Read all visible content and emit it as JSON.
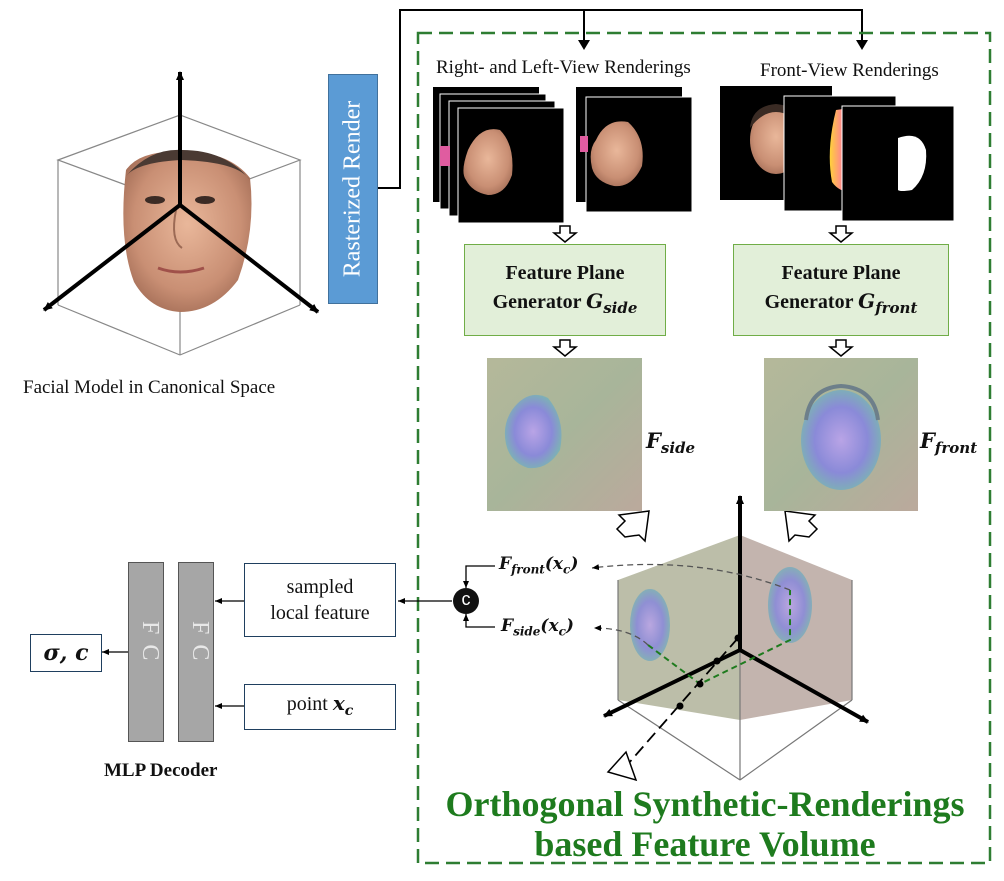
{
  "left_model": {
    "caption": "Facial Model in Canonical Space"
  },
  "rasterizer": {
    "label": "Rasterized Render"
  },
  "renderings": {
    "side_label": "Right- and Left-View Renderings",
    "front_label": "Front-View Renderings"
  },
  "generators": {
    "side": {
      "line1": "Feature Plane",
      "line2": "Generator ",
      "symbol": "G",
      "sub": "side"
    },
    "front": {
      "line1": "Feature Plane",
      "line2": "Generator ",
      "symbol": "G",
      "sub": "front"
    }
  },
  "feature_planes": {
    "side": {
      "symbol": "F",
      "sub": "side"
    },
    "front": {
      "symbol": "F",
      "sub": "front"
    }
  },
  "sampling": {
    "front_query": {
      "symbol": "F",
      "sub": "front",
      "arg": "(x",
      "arg_sub": "c",
      "close": ")"
    },
    "side_query": {
      "symbol": "F",
      "sub": "side",
      "arg": "(x",
      "arg_sub": "c",
      "close": ")"
    },
    "concat_symbol": "c"
  },
  "mlp": {
    "fc_label": "F C",
    "sampled_feature_label": "sampled\nlocal feature",
    "point_label": "point ",
    "point_symbol": "x",
    "point_sub": "c",
    "output_label": "σ, c",
    "caption": "MLP Decoder"
  },
  "volume_title": {
    "line1": "Orthogonal Synthetic-Renderings",
    "line2": "based Feature Volume"
  },
  "colors": {
    "green_border": "#2e7d32",
    "generator_fill": "#e2efd9",
    "raster_fill": "#5b9bd5",
    "title_green": "#1e7b1e",
    "fc_fill": "#a6a6a6"
  }
}
